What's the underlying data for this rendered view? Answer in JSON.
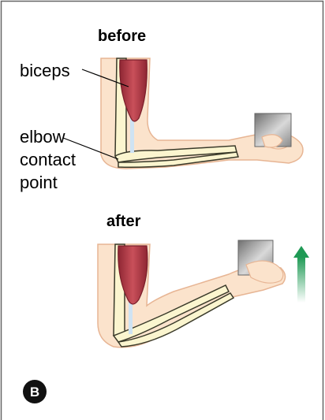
{
  "panel": {
    "before_heading": "before",
    "after_heading": "after",
    "badge_letter": "B"
  },
  "labels": {
    "biceps": "biceps",
    "elbow_line1": "elbow",
    "elbow_line2": "contact",
    "elbow_line3": "point"
  },
  "colors": {
    "skin": "#fbe3cc",
    "skin_outline": "#e7b594",
    "bone": "#fbf5cf",
    "bone_outline": "#3a3a2a",
    "muscle": "#b83a46",
    "tendon": "#cfe3f3",
    "weight": "#8a8a8a",
    "arrow": "#1f9a55"
  },
  "icons": {
    "weight": "weight-block-icon",
    "arrow": "up-arrow-icon"
  }
}
